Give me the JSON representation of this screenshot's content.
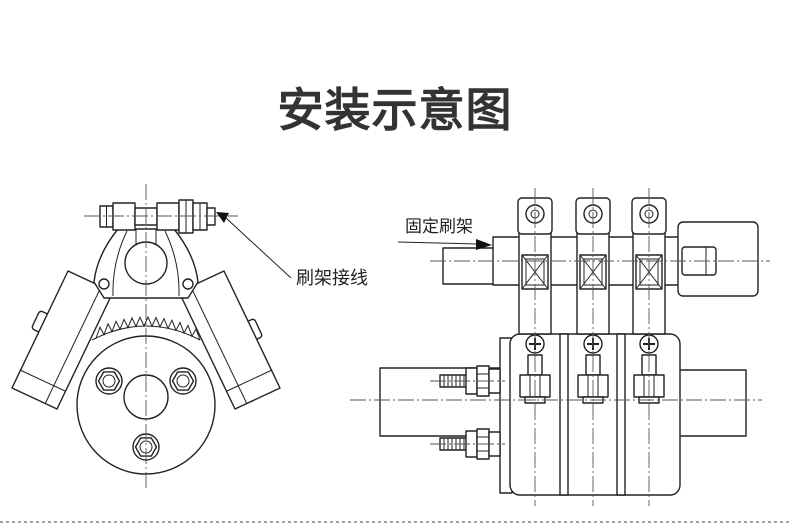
{
  "title": "安装示意图",
  "left_diagram": {
    "label": "刷架接线"
  },
  "right_diagram": {
    "label": "固定刷架"
  },
  "colors": {
    "title": "#333333",
    "line": "#222222",
    "background": "#ffffff"
  }
}
